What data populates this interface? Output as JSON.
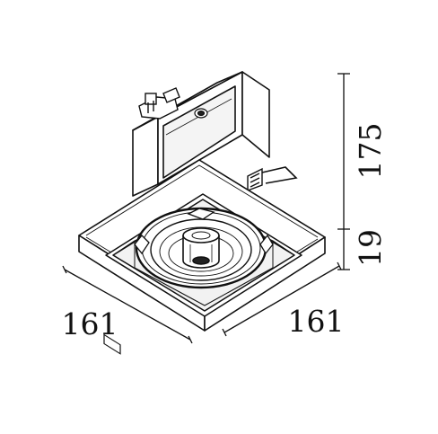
{
  "dimensions": {
    "height_upper": "175",
    "height_lower": "19",
    "width_left": "161",
    "width_right": "161"
  },
  "colors": {
    "line": "#111111",
    "background": "#ffffff",
    "shade": "#e6e6e6"
  }
}
